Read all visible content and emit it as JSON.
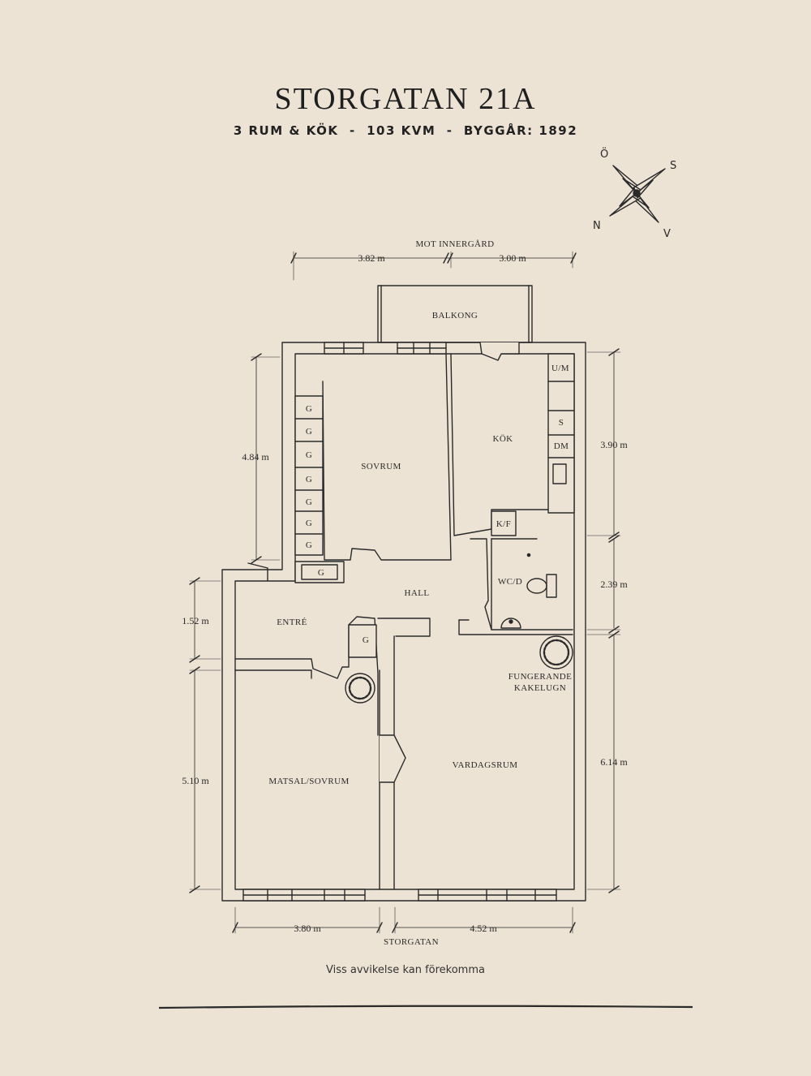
{
  "header": {
    "title": "STORGATAN 21A",
    "subtitle": "3 RUM & KÖK  -  103 KVM  -  BYGGÅR: 1892"
  },
  "compass": {
    "north": "N",
    "south": "S",
    "east": "Ö",
    "west": "V"
  },
  "orientation": {
    "top": "MOT INNERGÅRD",
    "bottom": "STORGATAN"
  },
  "rooms": {
    "balkong": "BALKONG",
    "sovrum": "SOVRUM",
    "kok": "KÖK",
    "hall": "HALL",
    "entre": "ENTRÉ",
    "wc": "WC/D",
    "matsal": "MATSAL/SOVRUM",
    "vardagsrum": "VARDAGSRUM",
    "kakelugn_line1": "FUNGERANDE",
    "kakelugn_line2": "KAKELUGN"
  },
  "fixtures": {
    "garderob": "G",
    "um": "U/M",
    "s": "S",
    "dm": "DM",
    "kf": "K/F"
  },
  "dimensions": {
    "top_left": "3.82 m",
    "top_right": "3.00 m",
    "left_upper": "4.84 m",
    "left_middle": "1.52 m",
    "left_lower": "5.10 m",
    "right_upper": "3.90 m",
    "right_middle": "2.39 m",
    "right_lower": "6.14 m",
    "bottom_left": "3.80 m",
    "bottom_right": "4.52 m"
  },
  "footer": {
    "disclaimer": "Viss avvikelse kan förekomma"
  },
  "colors": {
    "background": "#ece3d4",
    "ink": "#2a2a2a"
  }
}
